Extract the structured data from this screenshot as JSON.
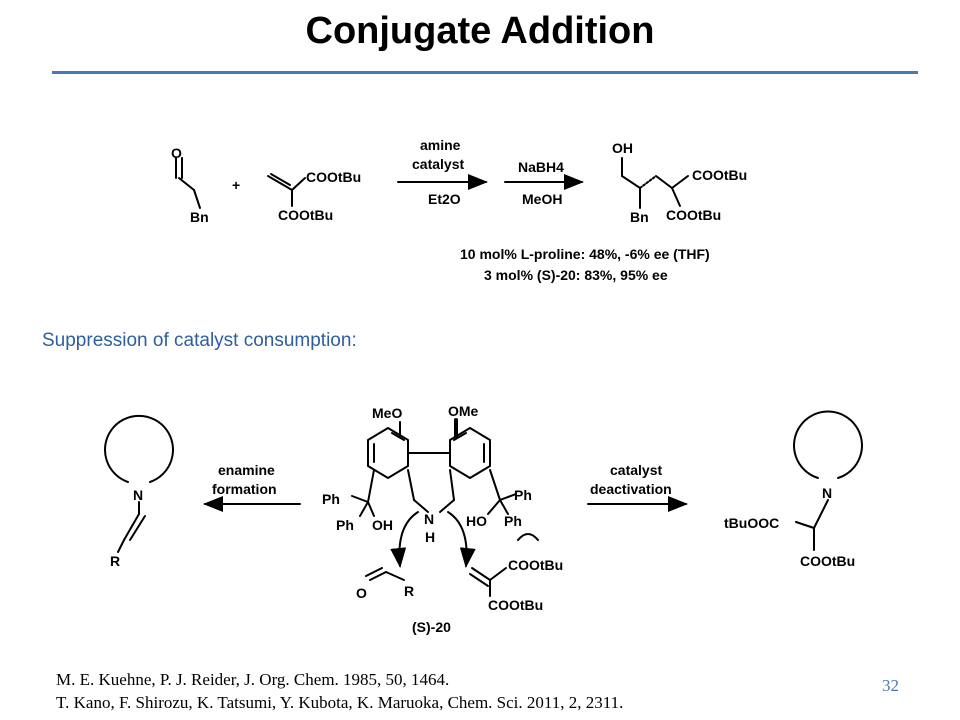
{
  "title": "Conjugate Addition",
  "subheading": "Suppression of catalyst consumption:",
  "page_number": "32",
  "colors": {
    "rule": "#4a79b8",
    "subheading": "#2e5e9e",
    "page_number": "#4a79b8"
  },
  "scheme1": {
    "sm1": {
      "atom_o": "O",
      "group": "Bn"
    },
    "plus": "+",
    "sm2": {
      "ester_top": "COOtBu",
      "ester_bottom": "COOtBu"
    },
    "arrow1": {
      "above_line1": "amine",
      "above_line2": "catalyst",
      "below": "Et2O"
    },
    "arrow2": {
      "above": "NaBH4",
      "below": "MeOH"
    },
    "product": {
      "oh": "OH",
      "bn": "Bn",
      "ester_top": "COOtBu",
      "ester_bottom": "COOtBu"
    },
    "result1": "10 mol% L-proline: 48%, -6% ee (THF)",
    "result2": "3 mol% (S)-20: 83%, 95% ee"
  },
  "scheme2": {
    "left": {
      "n": "N",
      "r": "R"
    },
    "arrow_left": {
      "line1": "enamine",
      "line2": "formation"
    },
    "catalyst": {
      "meo": "MeO",
      "ome": "OMe",
      "ph": "Ph",
      "oh": "OH",
      "ho": "HO",
      "n": "N",
      "h": "H",
      "label": "(S)-20"
    },
    "aldehyde": {
      "o": "O",
      "r": "R"
    },
    "acrylate": {
      "ester_top": "COOtBu",
      "ester_bottom": "COOtBu"
    },
    "arrow_right": {
      "line1": "catalyst",
      "line2": "deactivation"
    },
    "right": {
      "n": "N",
      "ester_left": "tBuOOC",
      "ester_bottom": "COOtBu"
    }
  },
  "references": [
    "M. E. Kuehne, P. J. Reider, J. Org. Chem. 1985, 50, 1464.",
    "T. Kano, F. Shirozu, K. Tatsumi, Y. Kubota, K. Maruoka, Chem. Sci. 2011, 2, 2311."
  ]
}
